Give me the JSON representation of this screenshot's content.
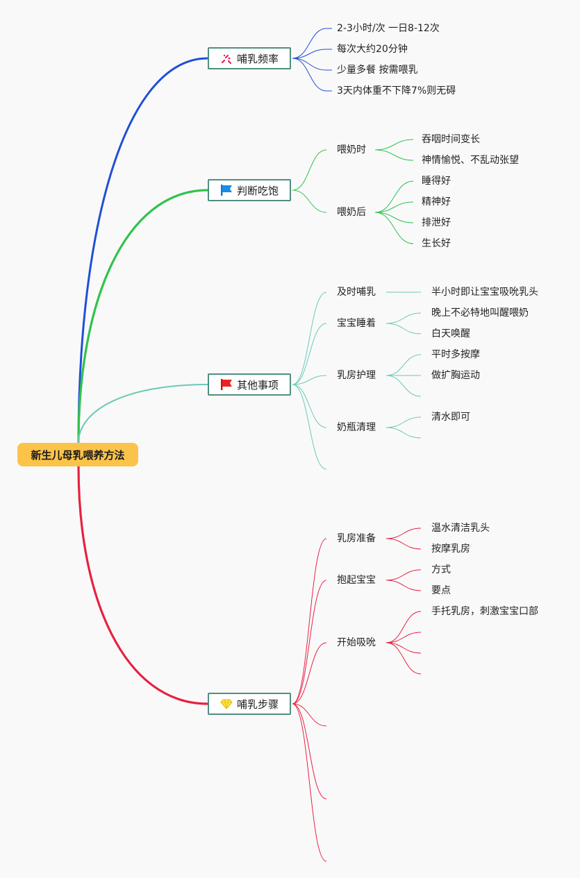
{
  "root": {
    "label": "新生儿母乳喂养方法"
  },
  "branches": [
    {
      "label": "哺乳频率",
      "icon": "sparkle-icon",
      "color": "#1f4fd6",
      "items": [
        {
          "label": "2-3小时/次 一日8-12次"
        },
        {
          "label": "每次大约20分钟"
        },
        {
          "label": "少量多餐 按需喂乳"
        },
        {
          "label": "3天内体重不下降7%则无碍"
        }
      ]
    },
    {
      "label": "判断吃饱",
      "icon": "blue-flag-icon",
      "color": "#2ec44b",
      "items": [
        {
          "label": "喂奶时",
          "children": [
            "吞咽时间变长",
            "神情愉悦、不乱动张望"
          ]
        },
        {
          "label": "喂奶后",
          "children": [
            "睡得好",
            "精神好",
            "排泄好",
            "生长好"
          ]
        }
      ]
    },
    {
      "label": "其他事项",
      "icon": "red-flag-icon",
      "color": "#6cc9b4",
      "items": [
        {
          "label": "及时哺乳",
          "children": [
            "半小时即让宝宝吸吮乳头"
          ]
        },
        {
          "label": "宝宝睡着",
          "children": [
            "晚上不必特地叫醒喂奶",
            "白天唤醒"
          ]
        },
        {
          "label": "乳房护理",
          "children": [
            "平时多按摩",
            "做扩胸运动",
            ""
          ]
        },
        {
          "label": "奶瓶清理",
          "children": [
            "清水即可",
            ""
          ]
        },
        {
          "label": ""
        }
      ]
    },
    {
      "label": "哺乳步骤",
      "icon": "diamond-icon",
      "color": "#e8203f",
      "items": [
        {
          "label": "乳房准备",
          "children": [
            "温水清洁乳头",
            "按摩乳房"
          ]
        },
        {
          "label": "抱起宝宝",
          "children": [
            "方式",
            "要点"
          ]
        },
        {
          "label": "开始吸吮",
          "children": [
            "手托乳房，刺激宝宝口部",
            "",
            "",
            ""
          ]
        },
        {
          "label": ""
        },
        {
          "label": ""
        },
        {
          "label": ""
        }
      ]
    }
  ]
}
